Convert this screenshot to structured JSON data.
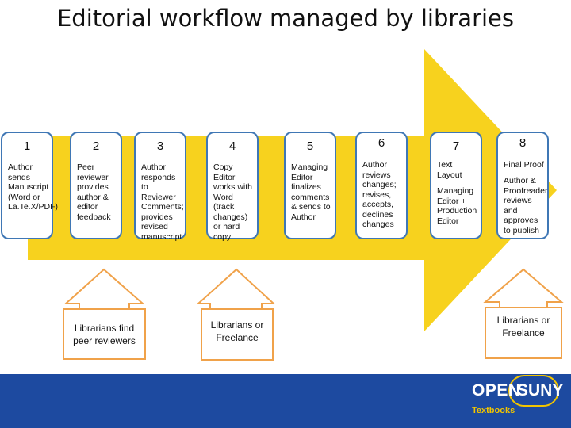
{
  "title": "Editorial workflow managed by libraries",
  "colors": {
    "arrow": "#f7d21e",
    "box_border": "#3f77b5",
    "footer": "#1d4aa0",
    "logo_accent": "#f2c500"
  },
  "steps": [
    {
      "num": "1",
      "lines": [
        "Author sends Manuscript (Word or La.Te.X/PDF)"
      ]
    },
    {
      "num": "2",
      "lines": [
        "Peer reviewer provides author & editor feedback"
      ]
    },
    {
      "num": "3",
      "lines": [
        "Author responds to Reviewer Comments; provides revised manuscript"
      ]
    },
    {
      "num": "4",
      "lines": [
        "Copy Editor works with Word (track changes) or hard copy"
      ]
    },
    {
      "num": "5",
      "lines": [
        "Managing Editor finalizes comments & sends to Author"
      ]
    },
    {
      "num": "6",
      "lines": [
        "Author reviews changes; revises, accepts, declines changes"
      ]
    },
    {
      "num": "7",
      "head": "Text Layout",
      "body": "Managing Editor + Production Editor"
    },
    {
      "num": "8",
      "head": "Final Proof",
      "body": "Author & Proofreader reviews and approves to publish"
    }
  ],
  "callouts": [
    {
      "text": "Librarians find peer reviewers"
    },
    {
      "text": "Librarians or Freelance"
    },
    {
      "text": "Librarians or Freelance"
    }
  ],
  "logo": {
    "open": "OPEN",
    "suny": "SUNY",
    "sub": "Textbooks"
  }
}
